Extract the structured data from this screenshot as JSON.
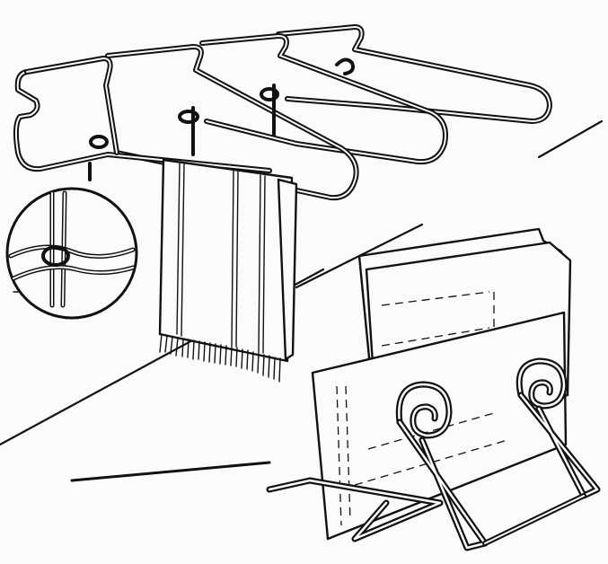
{
  "illustration": {
    "subjects": [
      "wire-hanger-towel-rack",
      "wire-magazine-holder",
      "wire-twist-detail"
    ]
  }
}
